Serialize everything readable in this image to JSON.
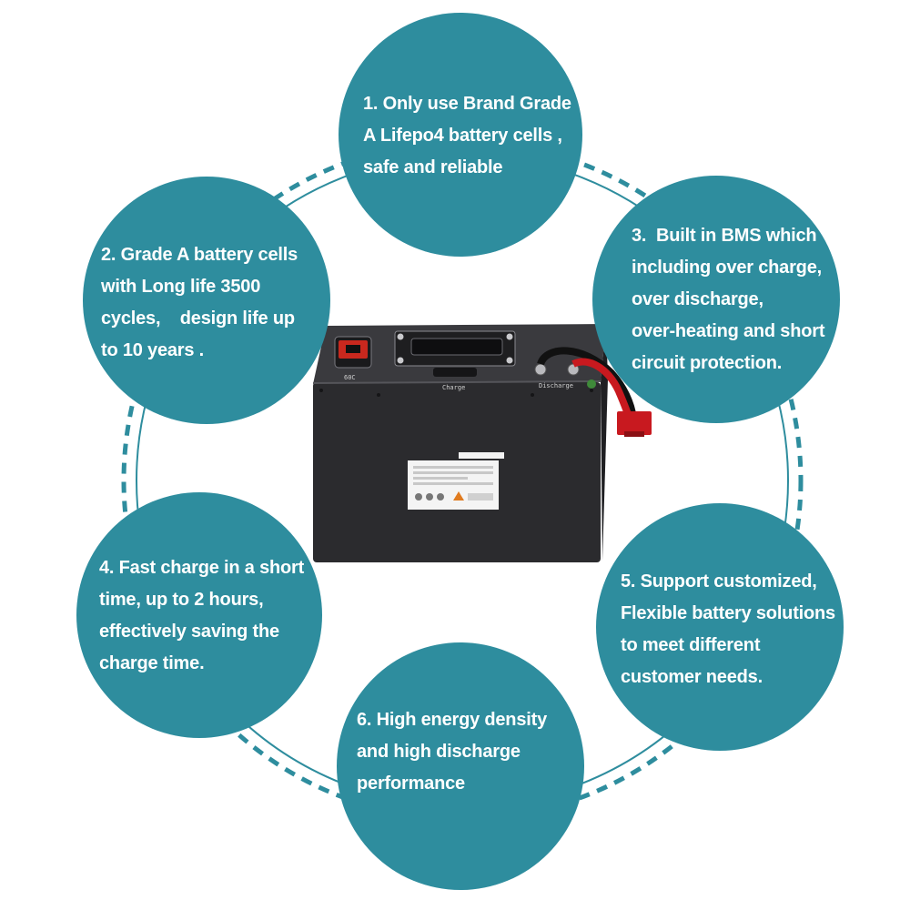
{
  "features": [
    {
      "lines": [
        "1. Only use Brand Grade",
        "A Lifepo4 battery cells ,",
        "safe and reliable"
      ]
    },
    {
      "lines": [
        "2. Grade A battery cells",
        "with Long life 3500",
        "cycles,    design life up",
        "to 10 years ."
      ]
    },
    {
      "lines": [
        "3.  Built in BMS which",
        "including over charge,",
        "over discharge,",
        "over-heating and short",
        "circuit protection."
      ]
    },
    {
      "lines": [
        "4. Fast charge in a short",
        "time, up to 2 hours,",
        "effectively saving the",
        "charge time."
      ]
    },
    {
      "lines": [
        "5. Support customized,",
        "Flexible battery solutions",
        "to meet different",
        "customer needs."
      ]
    },
    {
      "lines": [
        "6. High energy density",
        "and high discharge",
        "performance"
      ]
    }
  ],
  "battery": {
    "display_label": "60C",
    "charge_label": "Charge",
    "discharge_label": "Discharge"
  },
  "colors": {
    "bubble": "#2e8d9e",
    "ring": "#2e8d9e",
    "battery_body": "#2b2b2e",
    "cable_red": "#c8191f"
  }
}
